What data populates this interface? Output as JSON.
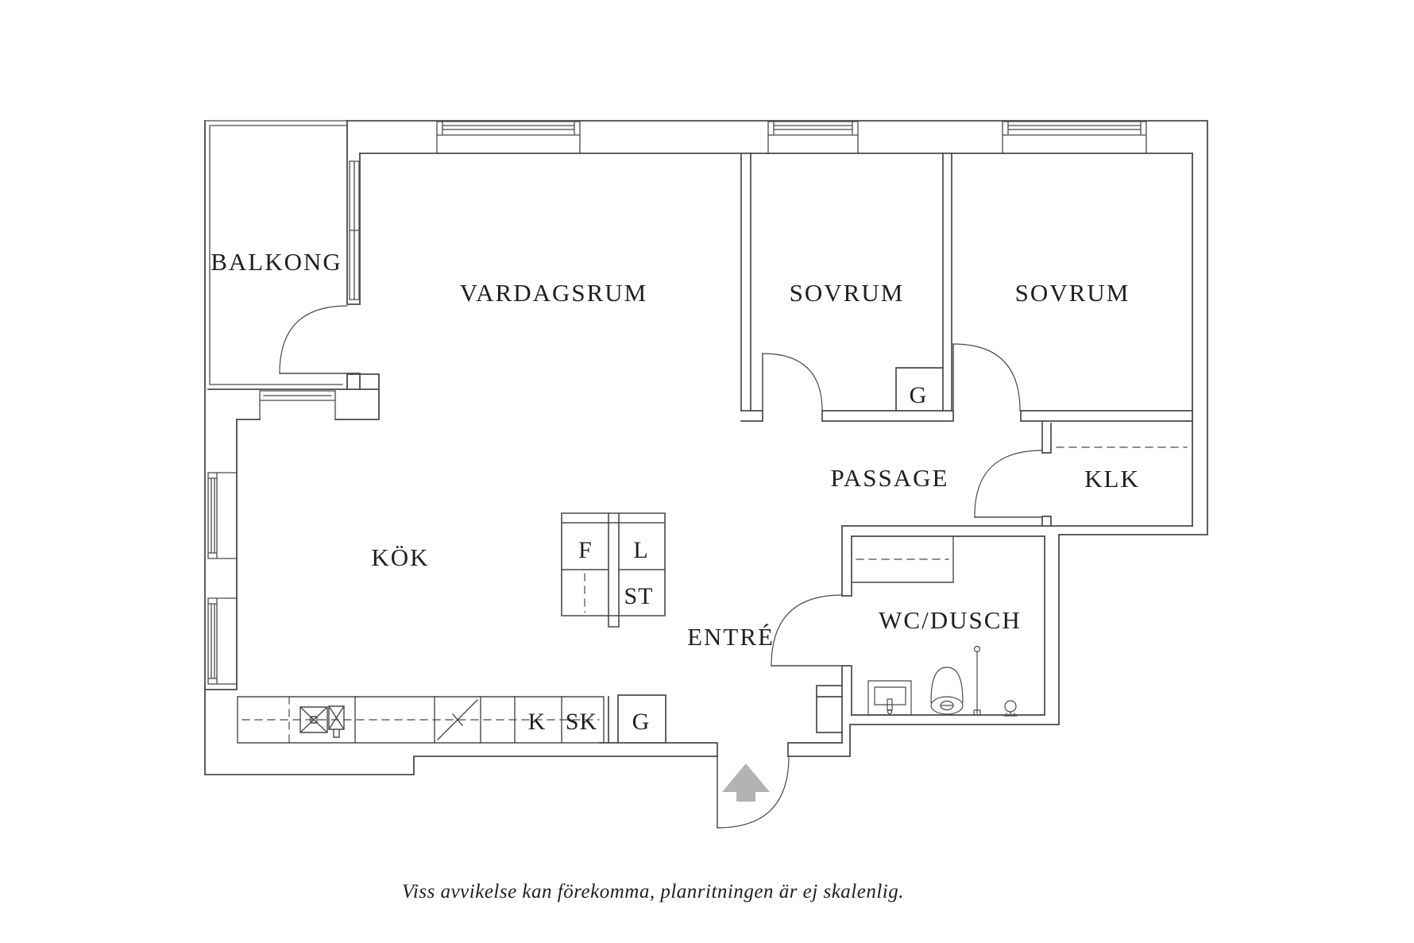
{
  "floor_plan": {
    "rooms": {
      "balkong": {
        "label": "BALKONG"
      },
      "vardagsrum": {
        "label": "VARDAGSRUM"
      },
      "sovrum_1": {
        "label": "SOVRUM"
      },
      "sovrum_2": {
        "label": "SOVRUM"
      },
      "passage": {
        "label": "PASSAGE"
      },
      "klk": {
        "label": "KLK"
      },
      "kok": {
        "label": "KÖK"
      },
      "entre": {
        "label": "ENTRÉ"
      },
      "wc_dusch": {
        "label": "WC/DUSCH"
      }
    },
    "fixtures": {
      "f": "F",
      "l": "L",
      "st": "ST",
      "k": "K",
      "sk": "SK",
      "g_bedroom": "G",
      "g_hall": "G"
    },
    "caption": "Viss avvikelse kan förekomma, planritningen är ej skalenlig.",
    "colors": {
      "line": "#4a4a4a",
      "text": "#1f1f1f",
      "arrow": "#b3b3b3",
      "background": "#ffffff"
    }
  }
}
